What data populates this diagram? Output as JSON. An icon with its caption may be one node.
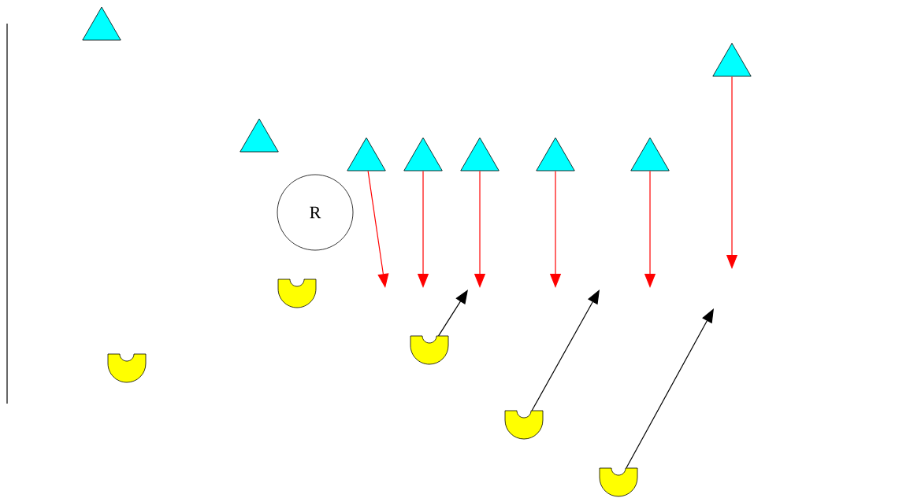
{
  "diagram": {
    "nodes": [
      {
        "text": [],
        "shape": "triangle"
      },
      {
        "text": [],
        "shape": "triangle"
      },
      {
        "text": [],
        "shape": "triangle"
      },
      {
        "text": [],
        "shape": "triangle"
      },
      {
        "text": [],
        "shape": "triangle"
      },
      {
        "text": [],
        "shape": "triangle"
      },
      {
        "text": [],
        "shape": "triangle"
      },
      {
        "text": [],
        "shape": "triangle"
      },
      {
        "text": [
          "R"
        ]
      },
      {
        "text": [],
        "shape": "cup"
      },
      {
        "text": [],
        "shape": "cup"
      },
      {
        "text": [],
        "shape": "cup"
      },
      {
        "text": [],
        "shape": "cup"
      },
      {
        "text": [],
        "shape": "cup"
      }
    ],
    "edges": [
      {
        "from": 3,
        "to": null,
        "arrow": "to"
      },
      {
        "from": 4,
        "to": null,
        "arrow": "to"
      },
      {
        "from": 5,
        "to": null,
        "arrow": "to"
      },
      {
        "from": 6,
        "to": null,
        "arrow": "to"
      },
      {
        "from": 7,
        "to": null,
        "arrow": "to"
      },
      {
        "from": 1,
        "to": null,
        "arrow": "to"
      },
      {
        "from": 11,
        "to": null,
        "arrow": "to",
        "color": "#000000"
      },
      {
        "from": 12,
        "to": null,
        "arrow": "to",
        "color": "#000000"
      },
      {
        "from": 13,
        "to": null,
        "arrow": "to",
        "color": "#000000"
      }
    ]
  }
}
